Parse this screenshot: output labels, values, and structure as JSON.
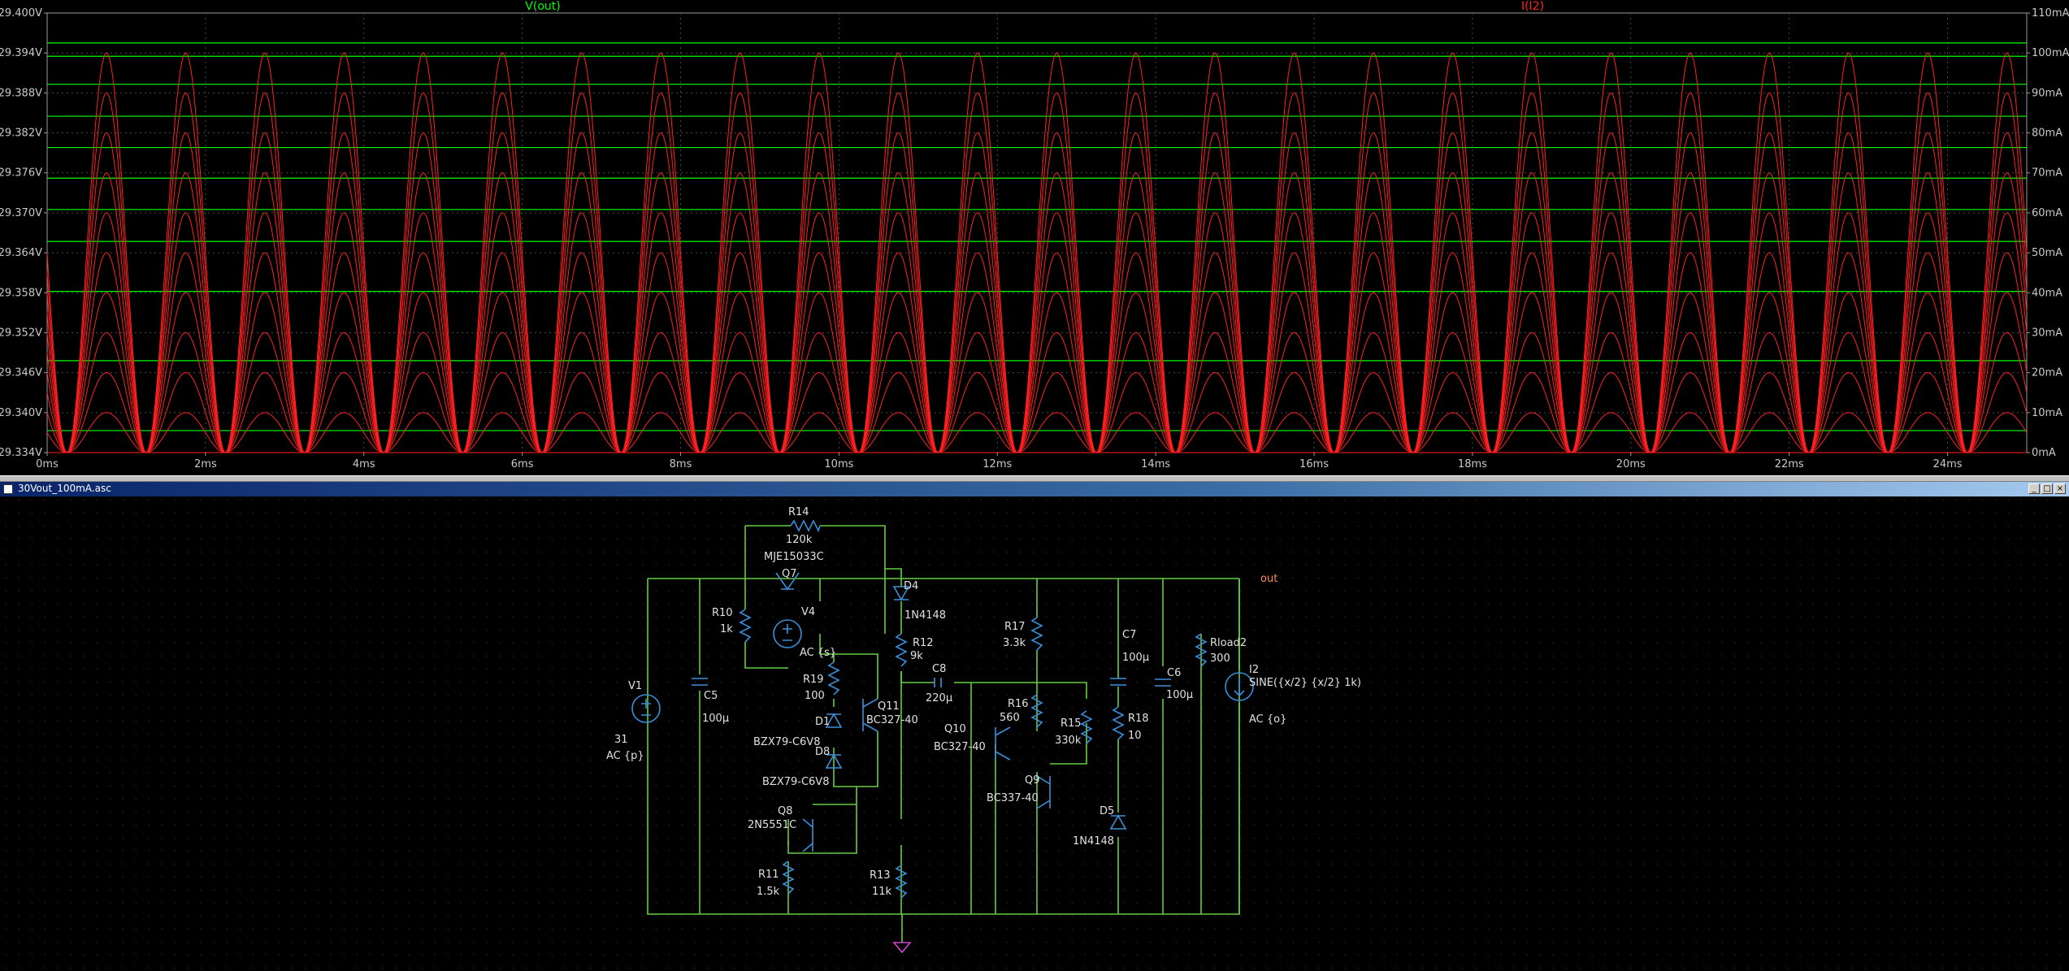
{
  "plot": {
    "trace_left": "V(out)",
    "trace_right": "I(I2)",
    "trace_left_color": "#00ff00",
    "trace_right_color": "#ff2020",
    "grid_color": "#4a4a4a",
    "left_axis_ticks": [
      "29.400V",
      "29.394V",
      "29.388V",
      "29.382V",
      "29.376V",
      "29.370V",
      "29.364V",
      "29.358V",
      "29.352V",
      "29.346V",
      "29.340V",
      "29.334V"
    ],
    "right_axis_ticks": [
      "110mA",
      "100mA",
      "90mA",
      "80mA",
      "70mA",
      "60mA",
      "50mA",
      "40mA",
      "30mA",
      "20mA",
      "10mA",
      "0mA"
    ],
    "x_axis_ticks": [
      "0ms",
      "2ms",
      "4ms",
      "6ms",
      "8ms",
      "10ms",
      "12ms",
      "14ms",
      "16ms",
      "18ms",
      "20ms",
      "22ms",
      "24ms"
    ]
  },
  "chart_data": {
    "type": "line",
    "x_unit": "ms",
    "xlim": [
      0,
      25
    ],
    "ylim_left": [
      29.334,
      29.4
    ],
    "ylim_right": [
      0,
      110
    ],
    "grid": true,
    "series": [
      {
        "name": "V(out)",
        "axis": "left",
        "kind": "stepped-levels",
        "values": [
          29.3955,
          29.3935,
          29.3893,
          29.3845,
          29.3798,
          29.3752,
          29.3705,
          29.3657,
          29.3582,
          29.3478,
          29.3373
        ]
      },
      {
        "name": "I(I2)",
        "axis": "right",
        "kind": "sine-family",
        "frequency_hz": 1000,
        "peak_ma": [
          100,
          90,
          80,
          70,
          60,
          50,
          40,
          30,
          20,
          10,
          0
        ]
      }
    ]
  },
  "schematic": {
    "window_title": "30Vout_100mA.asc",
    "wire_color": "#66cc44",
    "component_color": "#3a8fd9",
    "labels": {
      "R14": "R14",
      "R14_val": "120k",
      "MJE": "MJE15033C",
      "Q7": "Q7",
      "D4": "D4",
      "D4_val": "1N4148",
      "R10": "R10",
      "R10_val": "1k",
      "V4": "V4",
      "V4_val": "AC {s}",
      "R12": "R12",
      "R12_val": "9k",
      "R17": "R17",
      "R17_val": "3.3k",
      "C7": "C7",
      "C7_val": "100µ",
      "Rload2": "Rload2",
      "Rload2_val": "300",
      "I2": "I2",
      "I2_val": "SINE({x/2} {x/2} 1k)",
      "I2_ac": "AC {o}",
      "V1": "V1",
      "V1_val": "31",
      "V1_ac": "AC {p}",
      "C5": "C5",
      "C5_val": "100µ",
      "R19": "R19",
      "R19_val": "100",
      "C8": "C8",
      "C8_val": "220µ",
      "Q11": "Q11",
      "Q11_val": "BC327-40",
      "D1": "D1",
      "D1_val": "BZX79-C6V8",
      "D8": "D8",
      "D8_val": "BZX79-C6V8",
      "R16": "R16",
      "R16_val": "560",
      "Q10": "Q10",
      "Q10_val": "BC327-40",
      "R15": "R15",
      "R15_val": "330k",
      "R18": "R18",
      "R18_val": "10",
      "C6": "C6",
      "C6_val": "100µ",
      "Q9": "Q9",
      "Q9_val": "BC337-40",
      "D5": "D5",
      "D5_val": "1N4148",
      "Q8": "Q8",
      "Q8_val": "2N5551C",
      "R11": "R11",
      "R11_val": "1.5k",
      "R13": "R13",
      "R13_val": "11k",
      "net_out": "out"
    }
  }
}
